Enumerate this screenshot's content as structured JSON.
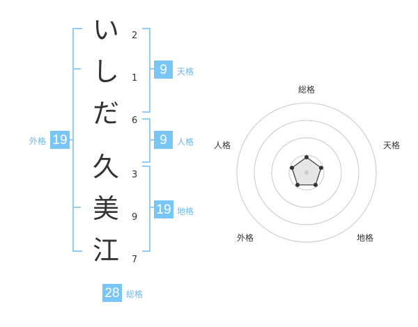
{
  "surname": [
    {
      "char": "い",
      "strokes": "2"
    },
    {
      "char": "し",
      "strokes": "1"
    },
    {
      "char": "だ",
      "strokes": "6"
    }
  ],
  "given_name": [
    {
      "char": "久",
      "strokes": "3"
    },
    {
      "char": "美",
      "strokes": "9"
    },
    {
      "char": "江",
      "strokes": "7"
    }
  ],
  "kaku": {
    "tenkaku": {
      "value": "9",
      "label": "天格"
    },
    "jinkaku": {
      "value": "9",
      "label": "人格"
    },
    "chikaku": {
      "value": "19",
      "label": "地格"
    },
    "gaikaku": {
      "value": "19",
      "label": "外格"
    },
    "soukaku": {
      "value": "28",
      "label": "総格"
    }
  },
  "radar": {
    "axes": [
      "総格",
      "天格",
      "地格",
      "外格",
      "人格"
    ],
    "rings": 4,
    "scores": [
      0.22,
      0.22,
      0.22,
      0.22,
      0.22
    ],
    "colors": {
      "ring": "#c8c8c8",
      "point": "#333333",
      "fill": "#e6e6e6",
      "center": "#cccccc"
    }
  }
}
